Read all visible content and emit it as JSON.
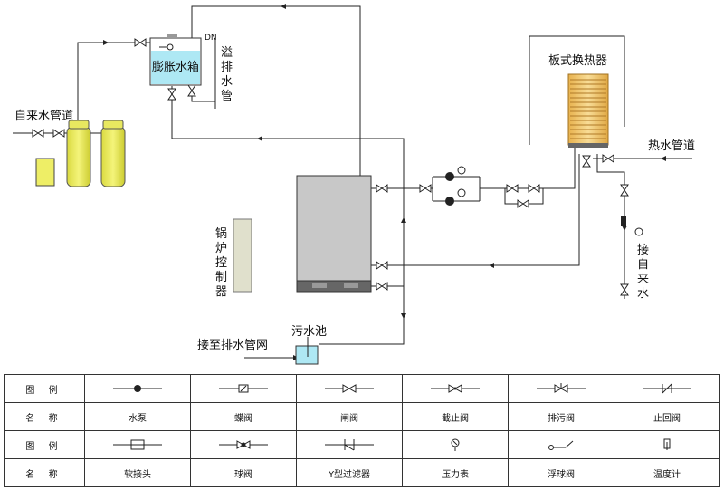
{
  "labels": {
    "expansion_tank": "膨胀水箱",
    "tank_dn": "DN",
    "overflow": [
      "溢",
      "排",
      "水",
      "管"
    ],
    "city_water": "自来水管道",
    "plate_hx": "板式换热器",
    "hot_water": "热水管道",
    "boiler_ctrl": [
      "锅",
      "炉",
      "控",
      "制",
      "器"
    ],
    "to_city_water": [
      "接",
      "自",
      "来",
      "水"
    ],
    "sewage_pool": "污水池",
    "to_drain": "接至排水管网"
  },
  "legend": {
    "rows": [
      {
        "head": "图 例",
        "kind": "symbols",
        "items": [
          "pump-icon",
          "butterfly-valve-icon",
          "gate-valve-icon",
          "globe-valve-icon",
          "drain-valve-icon",
          "check-valve-icon"
        ]
      },
      {
        "head": "名 称",
        "kind": "names",
        "items": [
          "水泵",
          "蝶阀",
          "闸阀",
          "截止阀",
          "排污阀",
          "止回阀"
        ]
      },
      {
        "head": "图 例",
        "kind": "symbols",
        "items": [
          "flexible-joint-icon",
          "ball-valve-icon",
          "y-strainer-icon",
          "pressure-gauge-icon",
          "float-valve-icon",
          "thermometer-icon"
        ]
      },
      {
        "head": "名 称",
        "kind": "names",
        "items": [
          "软接头",
          "球阀",
          "Y型过滤器",
          "压力表",
          "浮球阀",
          "温度计"
        ]
      }
    ]
  },
  "colors": {
    "softener": "#eeee66",
    "boiler": "#c8c8c8",
    "tank_water": "#aee8f4",
    "heat_exchanger": "#f0c870",
    "controller": "#e0e0cc"
  }
}
